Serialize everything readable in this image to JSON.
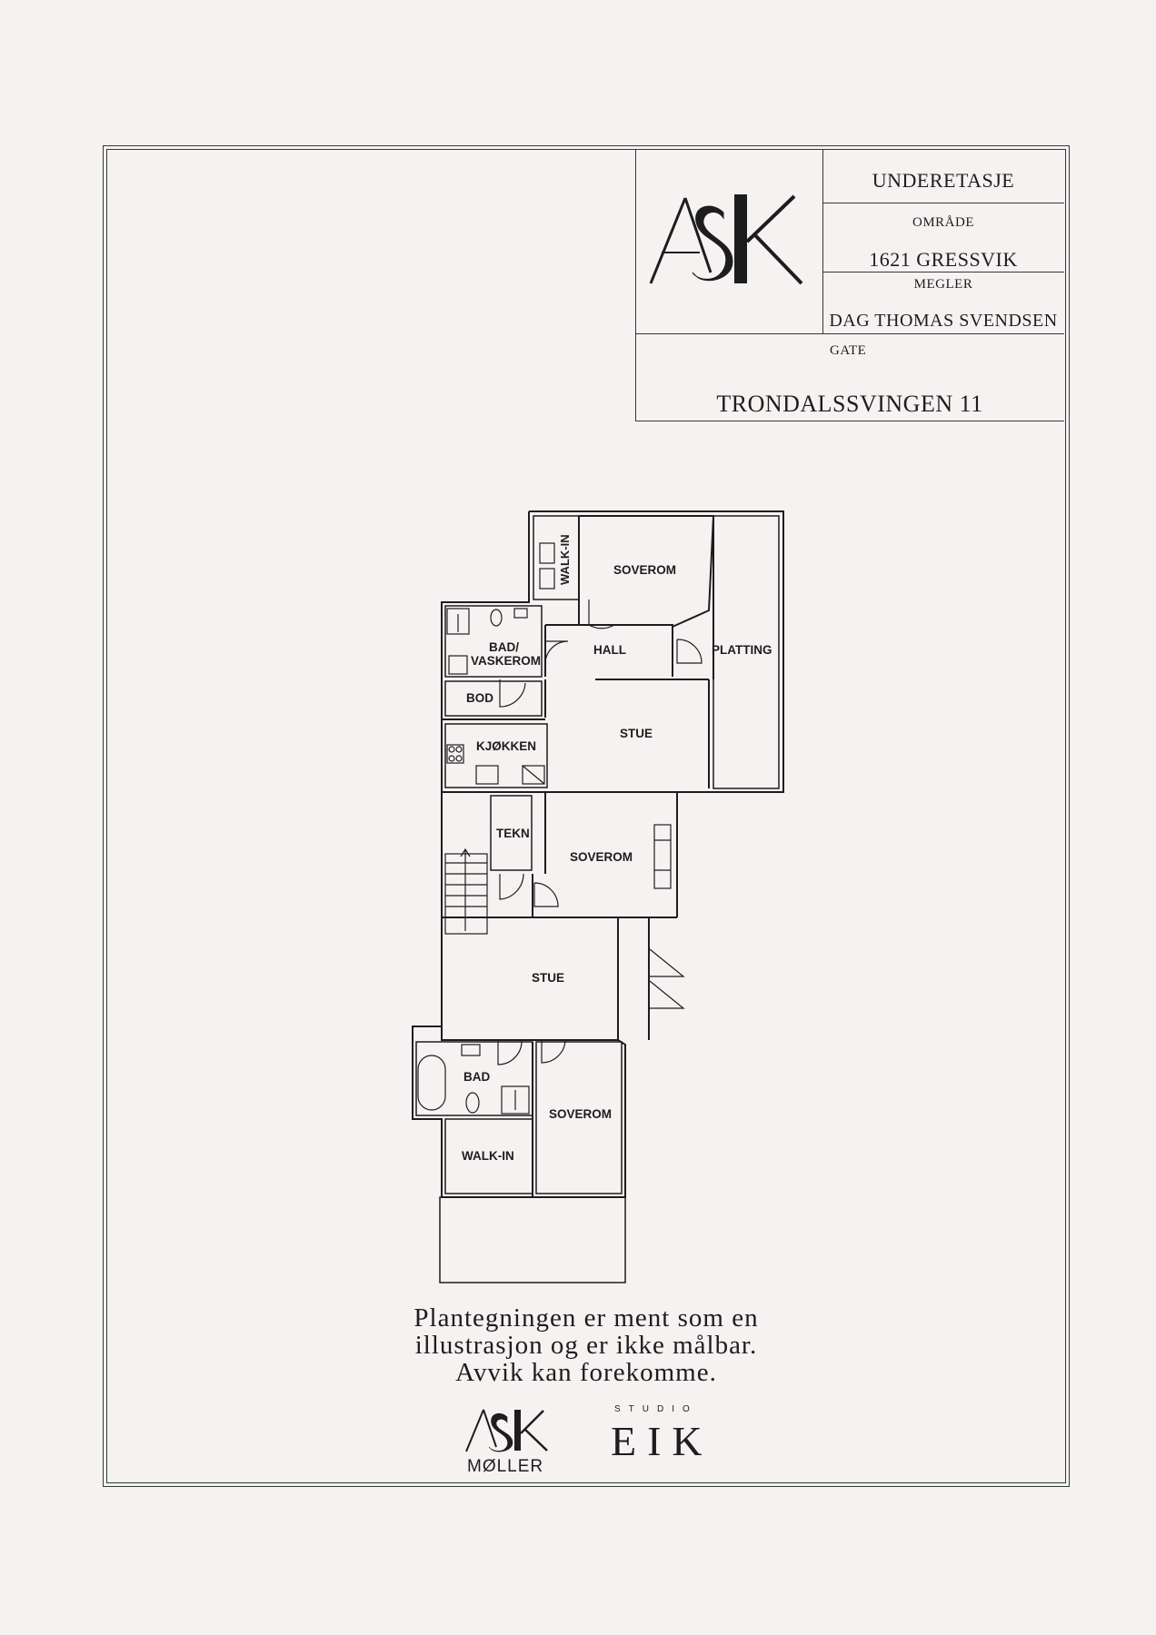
{
  "title_block": {
    "floor": "UNDERETASJE",
    "area_label": "OMRÅDE",
    "area_value": "1621 GRESSVIK",
    "broker_label": "MEGLER",
    "broker_value": "DAG THOMAS SVENDSEN",
    "street_label": "GATE",
    "street_value": "TRONDALSSVINGEN 11"
  },
  "logo": {
    "main": "ASK"
  },
  "rooms": {
    "walkin_top": "WALK-IN",
    "soverom_top": "SOVEROM",
    "bad_vaskerom_1": "BAD/",
    "bad_vaskerom_2": "VASKEROM",
    "hall": "HALL",
    "platting": "PLATTING",
    "bod": "BOD",
    "stue_top": "STUE",
    "kjokken": "KJØKKEN",
    "tekn": "TEKN",
    "soverom_mid": "SOVEROM",
    "stue_mid": "STUE",
    "bad": "BAD",
    "soverom_bottom": "SOVEROM",
    "walkin_bottom": "WALK-IN"
  },
  "disclaimer": {
    "line1": "Plantegningen er ment som en",
    "line2": "illustrasjon og er ikke målbar.",
    "line3": "Avvik kan forekomme."
  },
  "footer_logos": {
    "ask_main": "ASK",
    "ask_sub": "MØLLER",
    "studio": "STUDIO",
    "eik": "EIK"
  },
  "colors": {
    "frame": "#2e3d33",
    "background": "#f7f2f2",
    "ink": "#1d1d1d"
  }
}
